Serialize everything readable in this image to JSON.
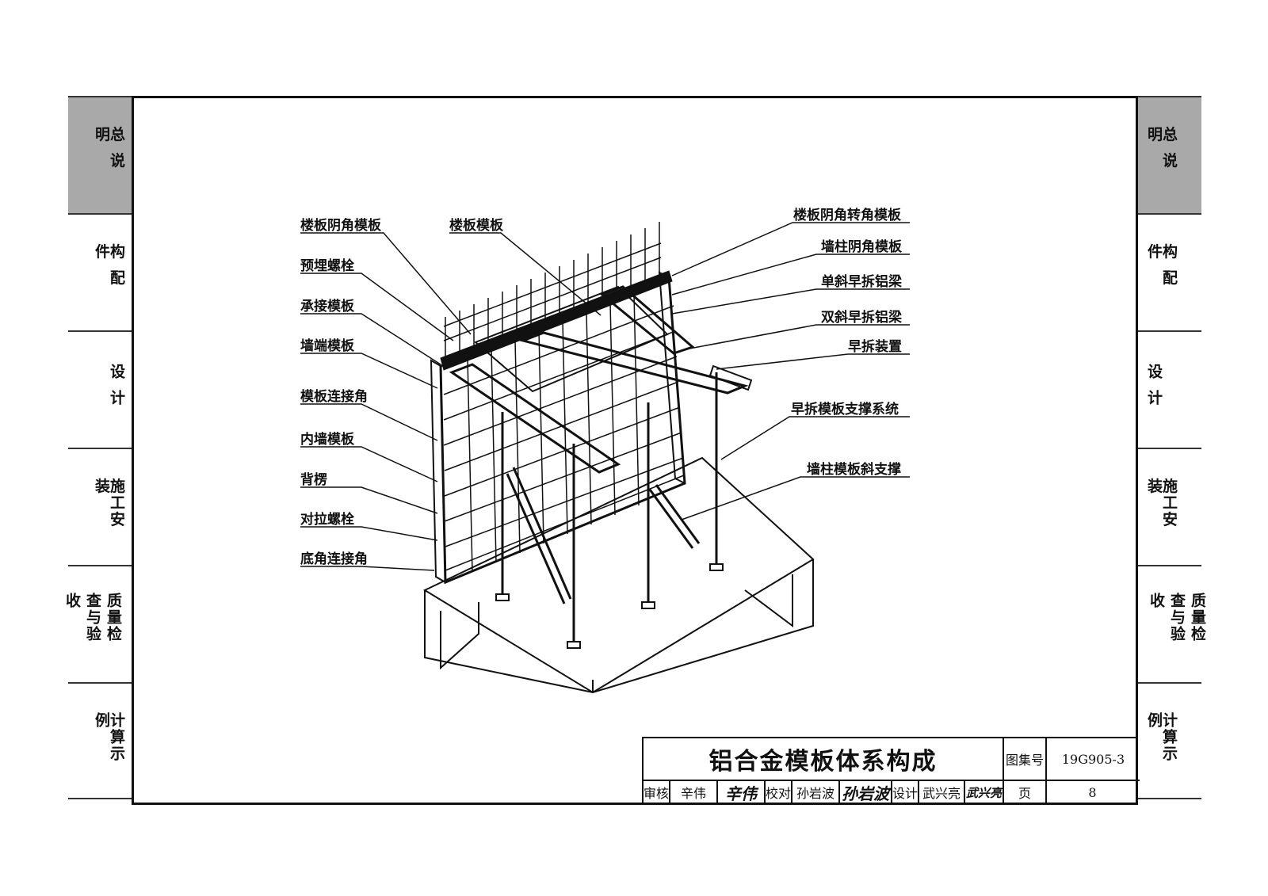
{
  "nav": [
    {
      "label": "总说明",
      "active": true
    },
    {
      "label": "构配件",
      "active": false
    },
    {
      "label": "设计",
      "active": false
    },
    {
      "label": "施工安装",
      "active": false
    },
    {
      "label": "质量检查与验收",
      "active": false
    },
    {
      "label": "计算示例",
      "active": false
    }
  ],
  "labels_left": [
    "楼板阴角模板",
    "预埋螺栓",
    "承接模板",
    "墙端模板",
    "模板连接角",
    "内墙模板",
    "背楞",
    "对拉螺栓",
    "底角连接角"
  ],
  "label_top": "楼板模板",
  "labels_right": [
    "楼板阴角转角模板",
    "墙柱阴角模板",
    "单斜早拆铝梁",
    "双斜早拆铝梁",
    "早拆装置",
    "早拆模板支撑系统",
    "墙柱模板斜支撑"
  ],
  "title_block": {
    "title": "铝合金模板体系构成",
    "atlas_label": "图集号",
    "atlas_no": "19G905-3",
    "page_label": "页",
    "page_no": "8",
    "review_label": "审核",
    "reviewer": "辛伟",
    "reviewer_sig": "辛伟",
    "check_label": "校对",
    "checker": "孙岩波",
    "checker_sig": "孙岩波",
    "design_label": "设计",
    "designer": "武兴亮",
    "designer_sig": "武兴亮"
  }
}
